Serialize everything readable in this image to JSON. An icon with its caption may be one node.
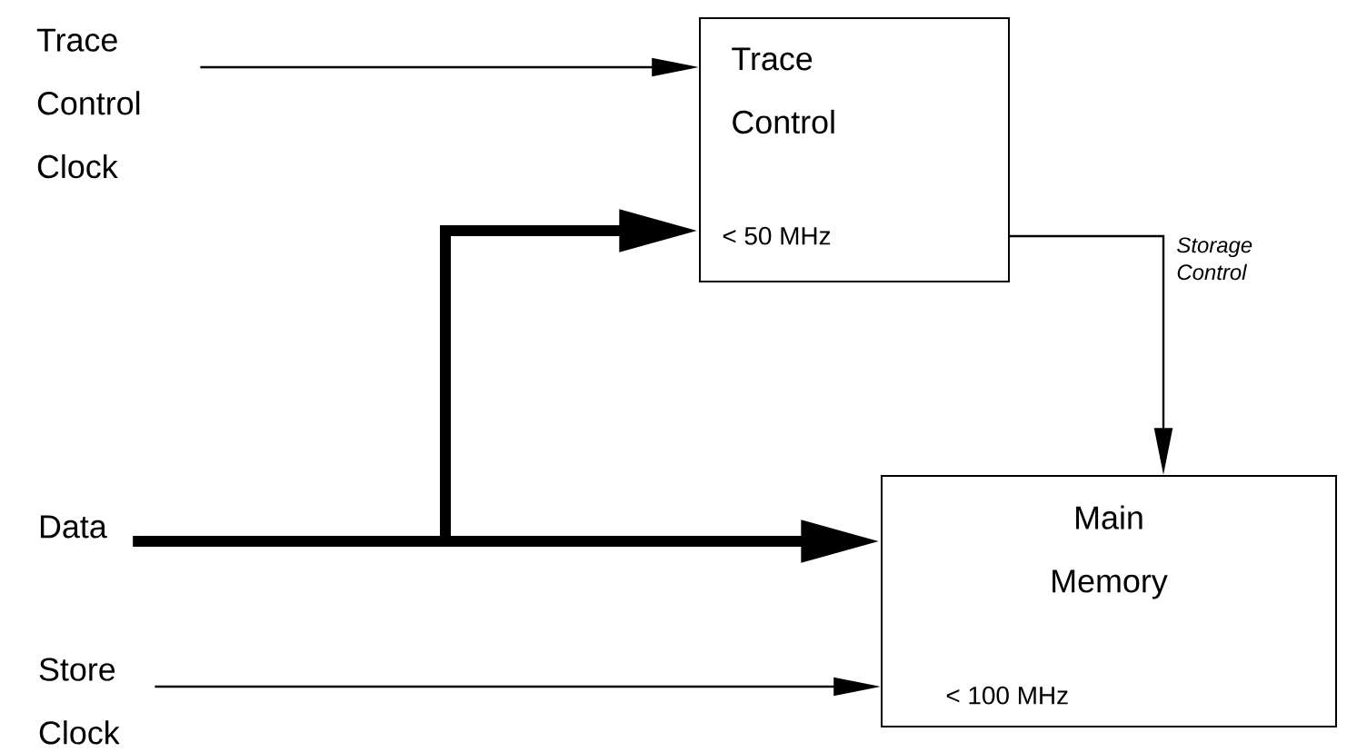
{
  "diagram": {
    "nodes": [
      {
        "text": [
          "Trace Control Clock"
        ]
      },
      {
        "text": [
          "Trace Control",
          "< 50 MHz"
        ]
      },
      {
        "text": [
          "Data"
        ]
      },
      {
        "text": [
          "Main Memory",
          "< 100 MHz"
        ]
      },
      {
        "text": [
          "Store Clock"
        ]
      }
    ],
    "edges": [
      {
        "from": 0,
        "to": 1,
        "arrow": "to"
      },
      {
        "from": 2,
        "to": 1,
        "arrow": "to",
        "style": "thick"
      },
      {
        "from": 2,
        "to": 3,
        "arrow": "to",
        "style": "thick"
      },
      {
        "from": 1,
        "to": 3,
        "arrow": "to",
        "label": "Storage Control"
      },
      {
        "from": 4,
        "to": 3,
        "arrow": "to"
      }
    ]
  }
}
